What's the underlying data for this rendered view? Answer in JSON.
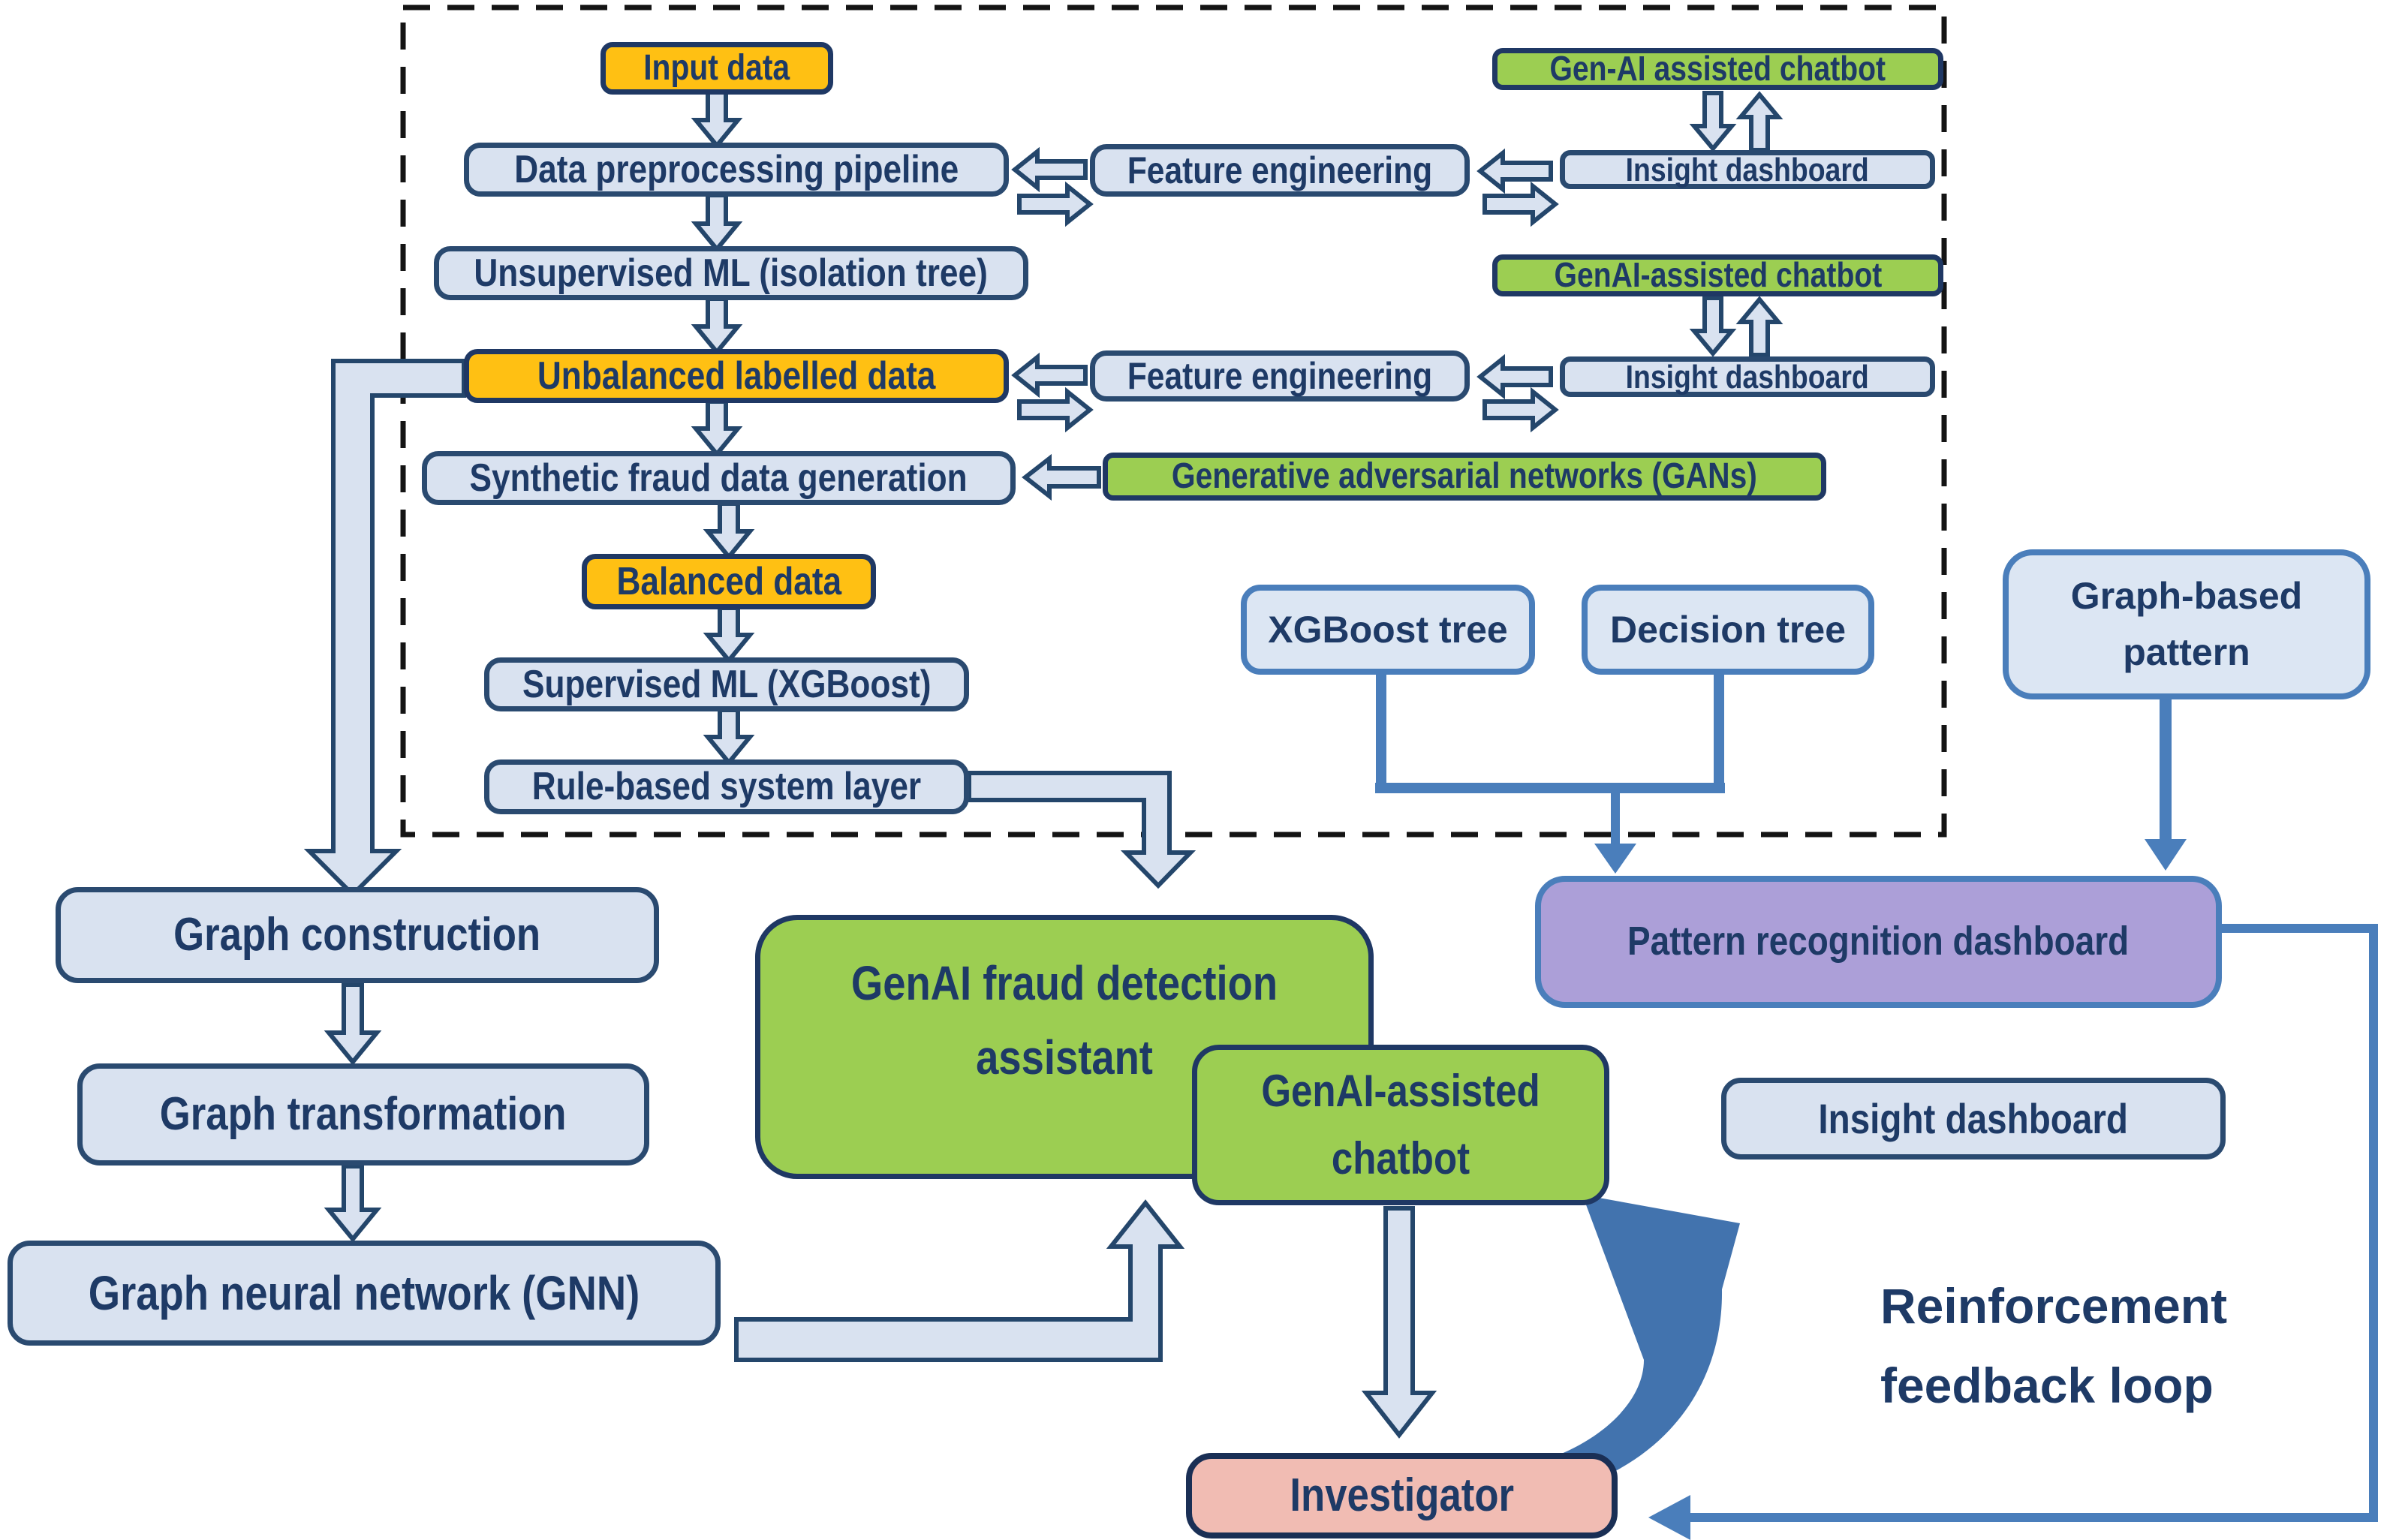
{
  "diagram": {
    "type": "flowchart",
    "colors": {
      "node_fill": "#D9E2F0",
      "node_border": "#2A4A70",
      "text": "#1E3A66",
      "orange": "#FFC013",
      "green": "#9CCE52",
      "purple": "#AC9FD8",
      "pink": "#F1BCB3",
      "solid_blue": "#4A7EBB",
      "swoosh_blue": "#4273AE",
      "dashed_border": "#141414",
      "hollow_arrow_fill": "#D9E2F0",
      "hollow_arrow_stroke": "#24466B"
    },
    "nodes": {
      "input_data": {
        "label": "Input data"
      },
      "preprocessing": {
        "label": "Data preprocessing pipeline"
      },
      "unsupervised": {
        "label": "Unsupervised ML (isolation tree)"
      },
      "unbalanced": {
        "label": "Unbalanced labelled data"
      },
      "synthetic": {
        "label": "Synthetic fraud data generation"
      },
      "balanced": {
        "label": "Balanced data"
      },
      "supervised": {
        "label": "Supervised ML (XGBoost)"
      },
      "rule_based": {
        "label": "Rule-based system layer"
      },
      "feature_eng_1": {
        "label": "Feature engineering"
      },
      "feature_eng_2": {
        "label": "Feature engineering"
      },
      "chatbot_top": {
        "label": "Gen-AI assisted chatbot"
      },
      "insight_1": {
        "label": "Insight dashboard"
      },
      "chatbot_mid": {
        "label": "GenAI-assisted chatbot"
      },
      "insight_2": {
        "label": "Insight dashboard"
      },
      "gans": {
        "label": "Generative adversarial networks (GANs)"
      },
      "xgboost_tree": {
        "label": "XGBoost tree"
      },
      "decision_tree": {
        "label": "Decision tree"
      },
      "graph_pattern": {
        "label": "Graph-based pattern"
      },
      "pattern_dashboard": {
        "label": "Pattern recognition dashboard"
      },
      "graph_construction": {
        "label": "Graph construction"
      },
      "graph_transformation": {
        "label": "Graph transformation"
      },
      "gnn": {
        "label": "Graph neural network (GNN)"
      },
      "assistant": {
        "label": "GenAI fraud detection assistant"
      },
      "chatbot_bottom": {
        "label": "GenAI-assisted chatbot"
      },
      "insight_3": {
        "label": "Insight dashboard"
      },
      "investigator": {
        "label": "Investigator"
      }
    },
    "annotations": {
      "reinforcement": {
        "label": "Reinforcement\nfeedback loop"
      }
    }
  }
}
